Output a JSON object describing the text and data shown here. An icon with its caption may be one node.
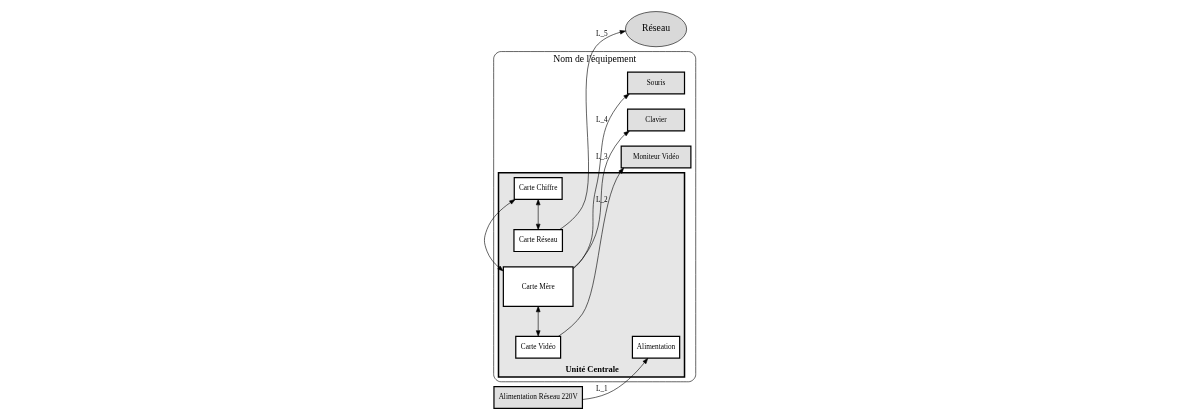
{
  "diagram": {
    "nodes": [
      {
        "text": [
          "Nom de l'équipement"
        ]
      },
      {
        "text": [
          "Alimentation Réseau 220V"
        ]
      },
      {
        "text": [
          "Unité Centrale"
        ],
        "in": 0
      },
      {
        "text": [
          "Alimentation"
        ],
        "in": 2
      },
      {
        "text": [
          "Carte Vidéo"
        ],
        "in": 2
      },
      {
        "text": [
          "Carte Mère"
        ],
        "in": 2
      },
      {
        "text": [
          "Carte Chiffre"
        ],
        "in": 2
      },
      {
        "text": [
          "Carte Réseau"
        ],
        "in": 2
      },
      {
        "text": [
          "Moniteur Vidéo"
        ],
        "in": 0
      },
      {
        "text": [
          "Clavier"
        ],
        "in": 0
      },
      {
        "text": [
          "Souris"
        ],
        "in": 0
      },
      {
        "text": [
          "Réseau"
        ]
      }
    ],
    "edges": [
      {
        "from": 1,
        "to": 3,
        "arrow": "to",
        "label": "L_1"
      },
      {
        "from": 4,
        "to": 8,
        "arrow": "to",
        "label": "L_2"
      },
      {
        "from": 5,
        "to": 9,
        "arrow": "to",
        "label": "L_3"
      },
      {
        "from": 5,
        "to": 10,
        "arrow": "to",
        "label": "L_4"
      },
      {
        "from": 7,
        "to": 11,
        "arrow": "to",
        "label": "L_5"
      },
      {
        "from": 4,
        "to": 5,
        "arrow": "both"
      },
      {
        "from": 5,
        "to": 6,
        "arrow": "both"
      },
      {
        "from": 6,
        "to": 7,
        "arrow": "both"
      }
    ]
  }
}
